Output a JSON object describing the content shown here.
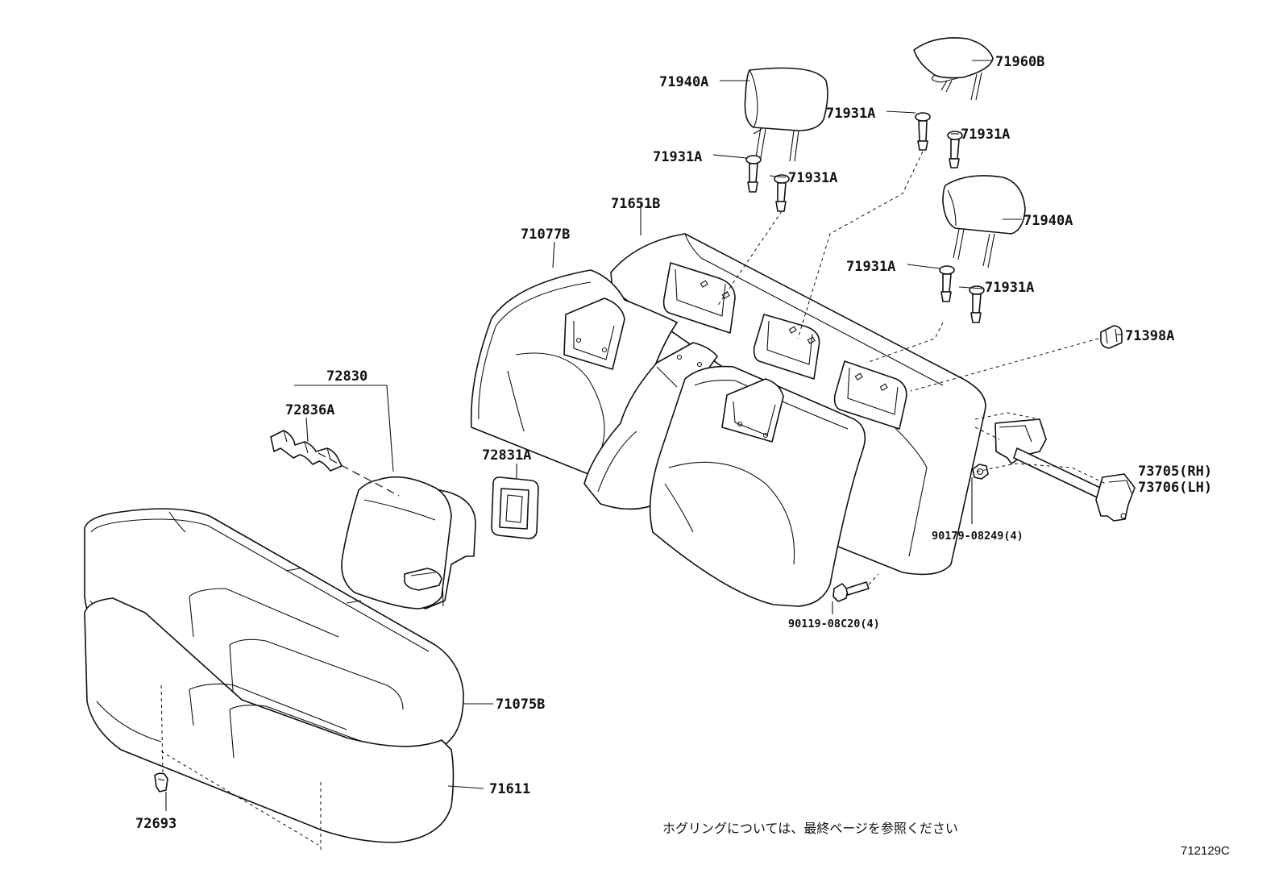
{
  "parts": {
    "headrest_left": "71940A",
    "headrest_center": "71960B",
    "headrest_right": "71940A",
    "support_1": "71931A",
    "support_2": "71931A",
    "support_3": "71931A",
    "support_4": "71931A",
    "support_5": "71931A",
    "support_6": "71931A",
    "seatback_cover": "71651B",
    "seatback_assy": "71077B",
    "clip_71398": "71398A",
    "hinge_rh": "73705(RH)",
    "hinge_lh": "73706(LH)",
    "nut": "90179-08249(4)",
    "bolt": "90119-08C20(4)",
    "armrest_assy": "72830",
    "armrest_clip": "72836A",
    "armrest_frame": "72831A",
    "cushion_assy": "71075B",
    "cushion_pad": "71611",
    "hog_ring": "72693"
  },
  "footnote": "ホグリングについては、最終ページを参照ください",
  "diagram_code": "712129C"
}
